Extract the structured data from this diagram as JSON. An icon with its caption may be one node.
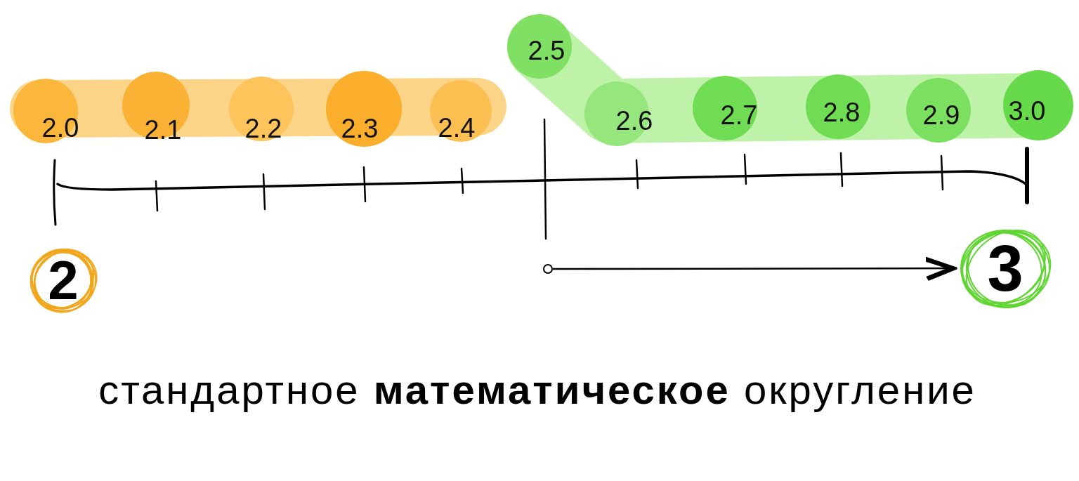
{
  "diagram": {
    "caption": "стандартное **математическое** округление",
    "nodes": [
      {
        "text": [
          "2.0",
          "2.1",
          "2.2",
          "2.3",
          "2.4"
        ]
      },
      {
        "text": [
          "2.5",
          "2.6",
          "2.7",
          "2.8",
          "2.9",
          "3.0"
        ]
      },
      {
        "text": [
          "2"
        ]
      },
      {
        "text": [],
        "shape": "circle"
      },
      {
        "text": [
          "3"
        ]
      }
    ],
    "edges": [
      {
        "from": 3,
        "to": 4,
        "arrow": "to"
      }
    ]
  }
}
